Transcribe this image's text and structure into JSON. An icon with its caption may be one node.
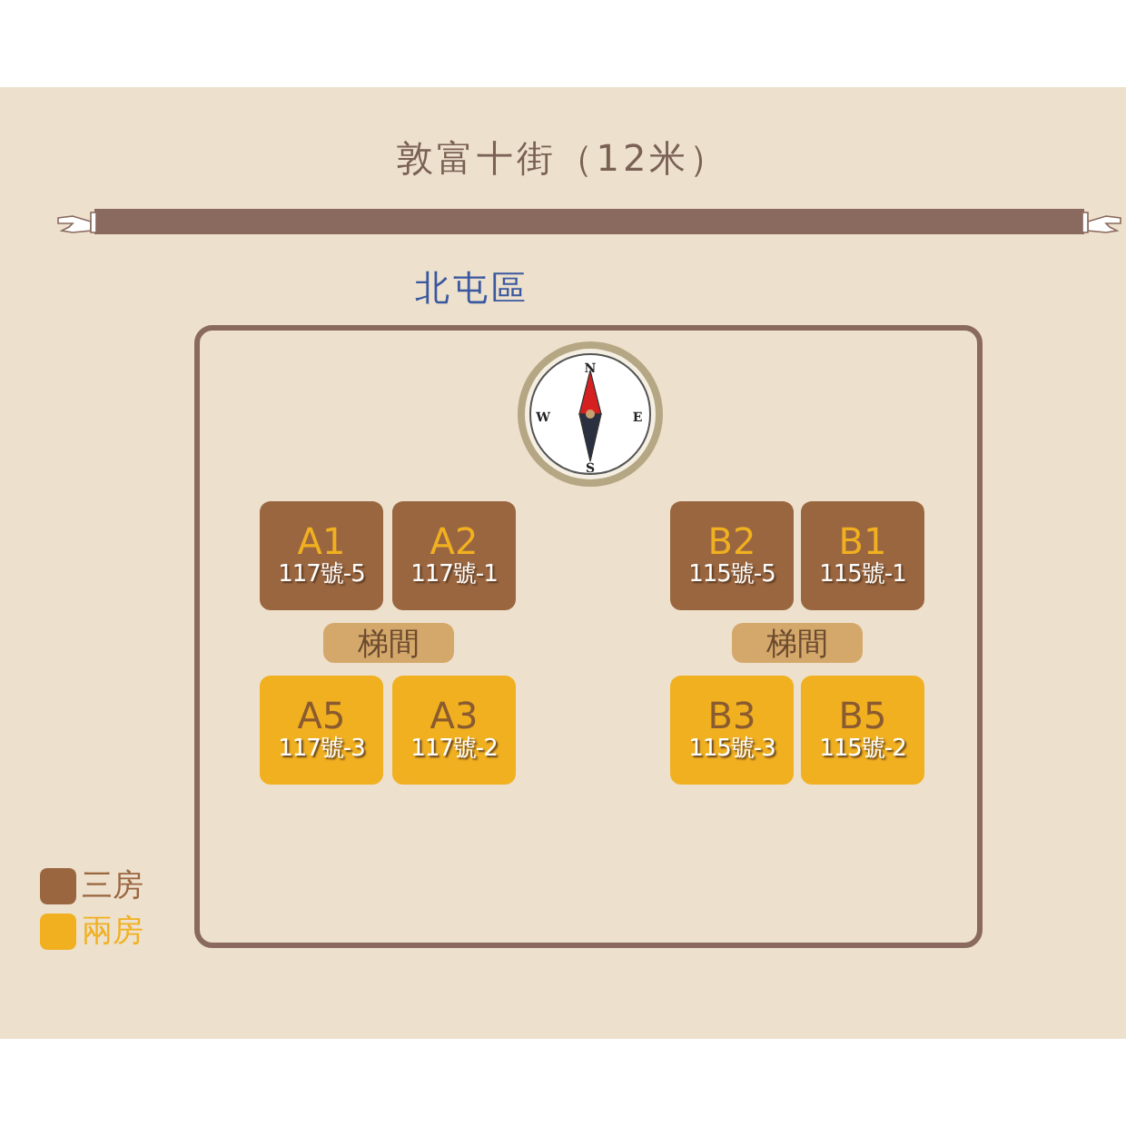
{
  "diagram": {
    "nodes": [
      {
        "text": [],
        "shape": "box"
      },
      {
        "text": [
          "A1",
          "117號-5"
        ],
        "in": 0
      },
      {
        "text": [
          "A2",
          "117號-1"
        ],
        "in": 0
      },
      {
        "text": [
          "B2",
          "115號-5"
        ],
        "in": 0
      },
      {
        "text": [
          "B1",
          "115號-1"
        ],
        "in": 0
      },
      {
        "text": [
          "梯間"
        ],
        "in": 0
      },
      {
        "text": [
          "梯間"
        ],
        "in": 0
      },
      {
        "text": [
          "A5",
          "117號-3"
        ],
        "in": 0
      },
      {
        "text": [
          "A3",
          "117號-2"
        ],
        "in": 0
      },
      {
        "text": [
          "B3",
          "115號-3"
        ],
        "in": 0
      },
      {
        "text": [
          "B5",
          "115號-2"
        ],
        "in": 0
      }
    ],
    "labels": [
      "敦富十街（12米）",
      "北屯區",
      "N",
      "W",
      "E",
      "S"
    ],
    "legend": [
      {
        "text": "三房",
        "color": "#9a6640"
      },
      {
        "text": "兩房",
        "color": "#f0b020"
      }
    ]
  }
}
